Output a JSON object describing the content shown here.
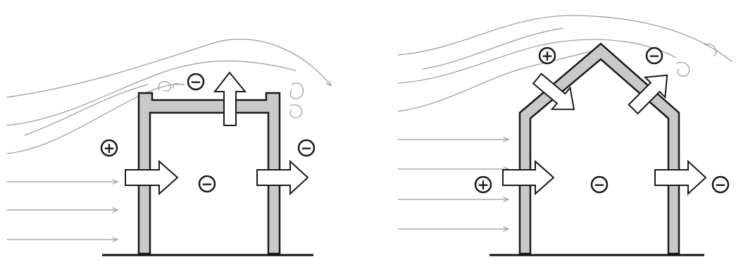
{
  "colors": {
    "wall_fill": "#c9c9c9",
    "wall_stroke": "#1a1a1a",
    "wind_line": "#9a9a9a",
    "ground": "#111111",
    "arrow_fill": "#ffffff",
    "arrow_stroke": "#1a1a1a"
  },
  "symbols": {
    "positive": "+",
    "negative": "−"
  },
  "diagrams": [
    {
      "id": "flat-roof-building",
      "pressure_marks": [
        "positive",
        "negative",
        "negative",
        "negative"
      ],
      "flow_arrows": [
        "inflow-windward",
        "outflow-leeward",
        "outflow-roof"
      ]
    },
    {
      "id": "pitched-roof-building",
      "pressure_marks": [
        "positive",
        "positive",
        "negative",
        "negative",
        "negative"
      ],
      "flow_arrows": [
        "inflow-windward",
        "inflow-roof-windward",
        "outflow-roof-leeward",
        "outflow-leeward"
      ]
    }
  ]
}
